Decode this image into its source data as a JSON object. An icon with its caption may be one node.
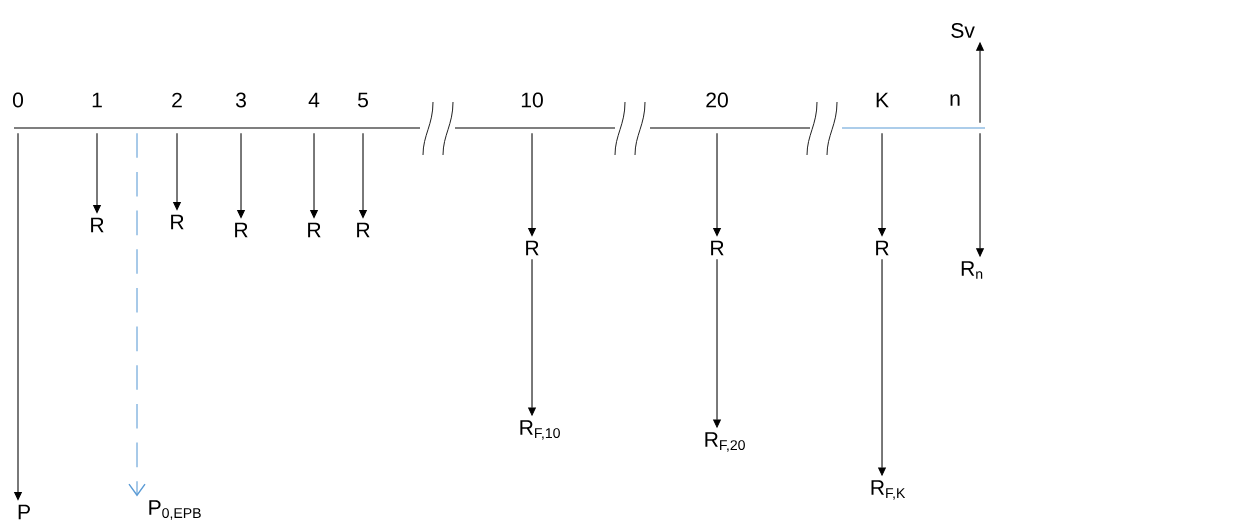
{
  "diagram": {
    "nodes": [
      {
        "text": [
          "Sv"
        ]
      },
      {
        "text": [
          "R"
        ]
      },
      {
        "text": [
          "R"
        ]
      },
      {
        "text": [
          "R"
        ]
      },
      {
        "text": [
          "R"
        ]
      },
      {
        "text": [
          "R"
        ]
      },
      {
        "text": [
          "R"
        ]
      },
      {
        "text": [
          "R"
        ]
      },
      {
        "text": [
          "R"
        ]
      },
      {
        "text": [
          "R$_{n}$"
        ]
      },
      {
        "text": [
          "R$_{F,10}$"
        ]
      },
      {
        "text": [
          "R$_{F,20}$"
        ]
      },
      {
        "text": [
          "R$_{F,K}$"
        ]
      },
      {
        "text": [
          "P"
        ]
      },
      {
        "text": [
          "P$_{0,EPB}$"
        ]
      }
    ],
    "edges": [
      {
        "from": null,
        "to": 1,
        "arrow": "to"
      },
      {
        "from": null,
        "to": 2,
        "arrow": "to"
      },
      {
        "from": null,
        "to": 3,
        "arrow": "to"
      },
      {
        "from": null,
        "to": 4,
        "arrow": "to"
      },
      {
        "from": null,
        "to": 5,
        "arrow": "to"
      },
      {
        "from": null,
        "to": 6,
        "arrow": "to"
      },
      {
        "from": null,
        "to": 7,
        "arrow": "to"
      },
      {
        "from": null,
        "to": 8,
        "arrow": "to"
      },
      {
        "from": null,
        "to": 0,
        "arrow": "to"
      },
      {
        "from": null,
        "to": 9,
        "arrow": "to"
      },
      {
        "from": 6,
        "to": 10,
        "arrow": "to"
      },
      {
        "from": 7,
        "to": 11,
        "arrow": "to"
      },
      {
        "from": 8,
        "to": 12,
        "arrow": "to"
      },
      {
        "from": null,
        "to": 13,
        "arrow": "to"
      },
      {
        "from": null,
        "to": 14,
        "arrow": "to",
        "style": "dashed",
        "color": "#5b9bd5"
      }
    ],
    "labels": [
      "0",
      "1",
      "2",
      "3",
      "4",
      "5",
      "10",
      "20",
      "K",
      "n"
    ]
  }
}
